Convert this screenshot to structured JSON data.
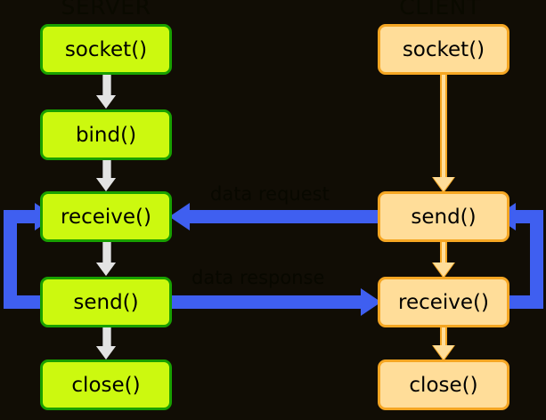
{
  "diagram": {
    "title_server": "SERVER",
    "title_client": "CLIENT",
    "background_color": "#110d05",
    "server_box_fill": "#ccf90f",
    "server_box_border": "#19a000",
    "client_box_fill": "#ffdd99",
    "client_box_border": "#f5a623",
    "server_arrow_color": "#e3e3e3",
    "client_arrow_color": "#ffdd99",
    "message_arrow_color": "#3f5ff0",
    "label_text_color": "#080800"
  },
  "server": {
    "steps": [
      {
        "label": "socket()"
      },
      {
        "label": "bind()"
      },
      {
        "label": "receive()"
      },
      {
        "label": "send()"
      },
      {
        "label": "close()"
      }
    ]
  },
  "client": {
    "steps": [
      {
        "label": "socket()"
      },
      {
        "label": "send()"
      },
      {
        "label": "receive()"
      },
      {
        "label": "close()"
      }
    ]
  },
  "messages": {
    "request": "data request",
    "response": "data response"
  }
}
